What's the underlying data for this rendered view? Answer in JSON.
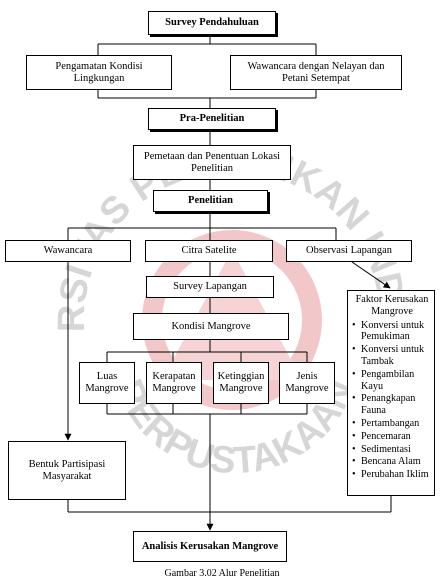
{
  "watermark": {
    "text": "UNIVERSITAS PENDIDIKAN INDONESIA",
    "lower_text": "PERPUSTAKAAN",
    "color": "#e0131c"
  },
  "flow": {
    "survey_pendahuluan": "Survey Pendahuluan",
    "pengamatan": "Pengamatan Kondisi Lingkungan",
    "wawancara_nelayan": "Wawancara dengan Nelayan dan Petani Setempat",
    "pra_penelitian": "Pra-Penelitian",
    "pemetaan": "Pemetaan dan Penentuan Lokasi Penelitian",
    "penelitian": "Penelitian",
    "wawancara": "Wawancara",
    "citra_satelite": "Citra Satelite",
    "observasi": "Observasi Lapangan",
    "survey_lapangan": "Survey Lapangan",
    "kondisi_mangrove": "Kondisi Mangrove",
    "luas": "Luas Mangrove",
    "kerapatan": "Kerapatan Mangrove",
    "ketinggian": "Ketinggian Mangrove",
    "jenis": "Jenis Mangrove",
    "bentuk_partisipasi": "Bentuk Partisipasi Masyarakat",
    "analisis": "Analisis Kerusakan Mangrove"
  },
  "factors": {
    "title": "Faktor Kerusakan Mangrove",
    "items": [
      "Konversi untuk Pemukiman",
      "Konversi untuk Tambak",
      "Pengambilan Kayu",
      "Penangkapan Fauna",
      "Pertambangan",
      "Pencemaran",
      "Sedimentasi",
      "Bencana Alam",
      "Perubahan Iklim"
    ]
  },
  "caption": "Gambar 3.02 Alur Penelitian"
}
